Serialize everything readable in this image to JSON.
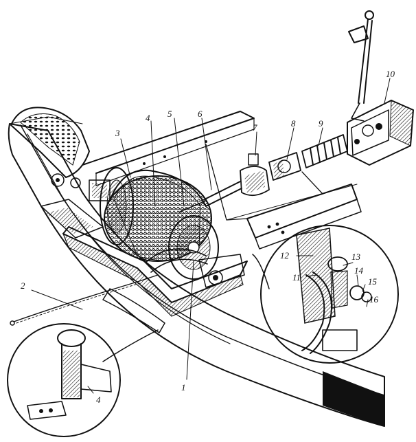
{
  "figure": {
    "callouts": [
      {
        "id": "1",
        "text": "1"
      },
      {
        "id": "2",
        "text": "2"
      },
      {
        "id": "3",
        "text": "3"
      },
      {
        "id": "4",
        "text": "4"
      },
      {
        "id": "4b",
        "text": "4"
      },
      {
        "id": "5",
        "text": "5"
      },
      {
        "id": "6",
        "text": "6"
      },
      {
        "id": "7",
        "text": "7"
      },
      {
        "id": "8",
        "text": "8"
      },
      {
        "id": "9",
        "text": "9"
      },
      {
        "id": "10",
        "text": "10"
      },
      {
        "id": "11",
        "text": "11"
      },
      {
        "id": "12",
        "text": "12"
      },
      {
        "id": "13",
        "text": "13"
      },
      {
        "id": "14",
        "text": "14"
      },
      {
        "id": "15",
        "text": "15"
      },
      {
        "id": "16",
        "text": "16"
      }
    ],
    "colors": {
      "ink": "#111111",
      "paper": "#ffffff"
    }
  }
}
